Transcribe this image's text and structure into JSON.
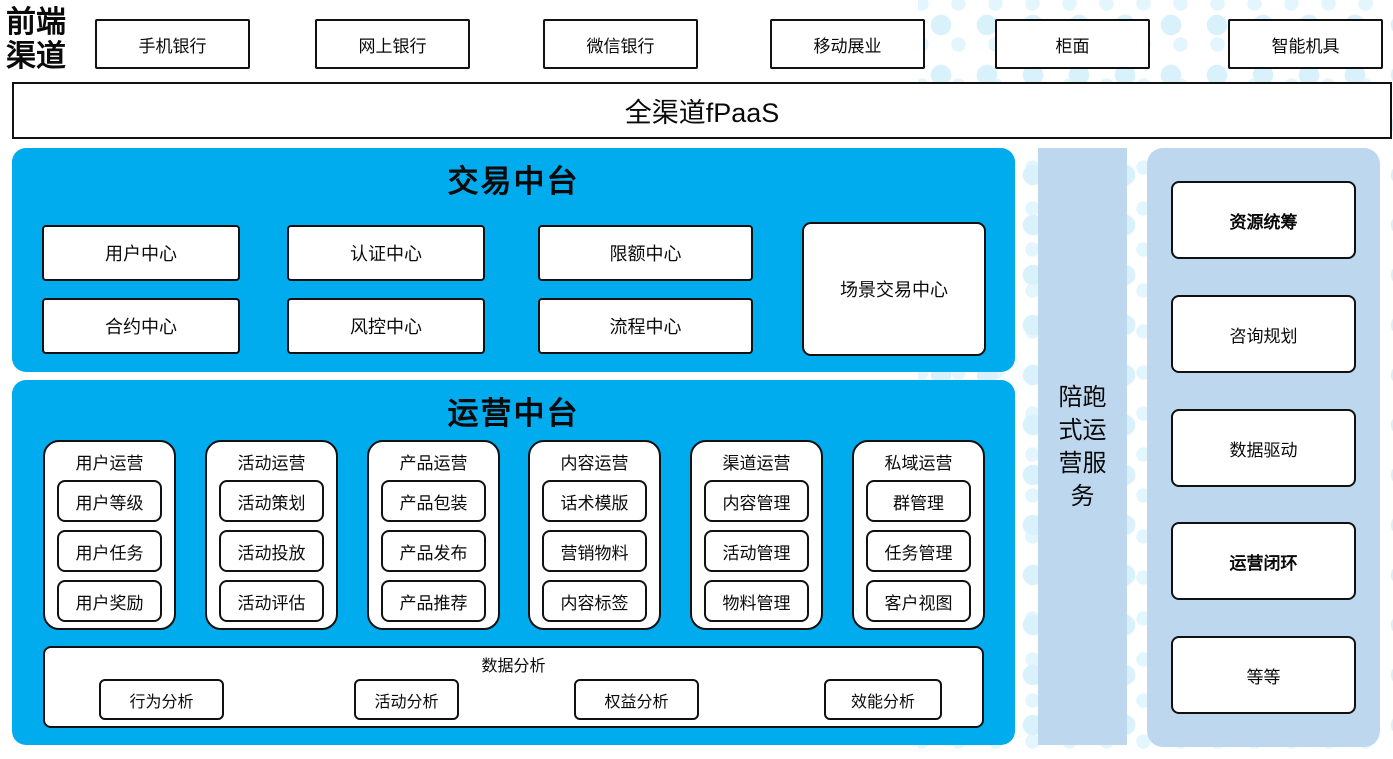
{
  "colors": {
    "primary_blue": "#00ACEE",
    "light_blue": "#BDD7EE",
    "dot_color": "#DCF2FB",
    "border": "#111111"
  },
  "front_channels": {
    "label": "前端渠道",
    "label_lines": [
      "前端",
      "渠道"
    ],
    "items": [
      "手机银行",
      "网上银行",
      "微信银行",
      "移动展业",
      "柜面",
      "智能机具"
    ]
  },
  "fpaas_bar": {
    "label": "全渠道fPaaS"
  },
  "trade_platform": {
    "title": "交易中台",
    "row1": [
      "用户中心",
      "认证中心",
      "限额中心"
    ],
    "row2": [
      "合约中心",
      "风控中心",
      "流程中心"
    ],
    "scene_center": "场景交易中心"
  },
  "ops_platform": {
    "title": "运营中台",
    "groups": [
      {
        "title": "用户运营",
        "items": [
          "用户等级",
          "用户任务",
          "用户奖励"
        ]
      },
      {
        "title": "活动运营",
        "items": [
          "活动策划",
          "活动投放",
          "活动评估"
        ]
      },
      {
        "title": "产品运营",
        "items": [
          "产品包装",
          "产品发布",
          "产品推荐"
        ]
      },
      {
        "title": "内容运营",
        "items": [
          "话术模版",
          "营销物料",
          "内容标签"
        ]
      },
      {
        "title": "渠道运营",
        "items": [
          "内容管理",
          "活动管理",
          "物料管理"
        ]
      },
      {
        "title": "私域运营",
        "items": [
          "群管理",
          "任务管理",
          "客户视图"
        ]
      }
    ],
    "analysis": {
      "title": "数据分析",
      "items": [
        "行为分析",
        "活动分析",
        "权益分析",
        "效能分析"
      ]
    }
  },
  "side_service": {
    "label": "陪跑式运营服务",
    "lines": [
      "陪跑",
      "式运",
      "营服",
      "务"
    ]
  },
  "right_panel": {
    "items": [
      {
        "label": "资源统筹",
        "bold": true
      },
      {
        "label": "咨询规划",
        "bold": false
      },
      {
        "label": "数据驱动",
        "bold": false
      },
      {
        "label": "运营闭环",
        "bold": true
      },
      {
        "label": "等等",
        "bold": false
      }
    ]
  }
}
